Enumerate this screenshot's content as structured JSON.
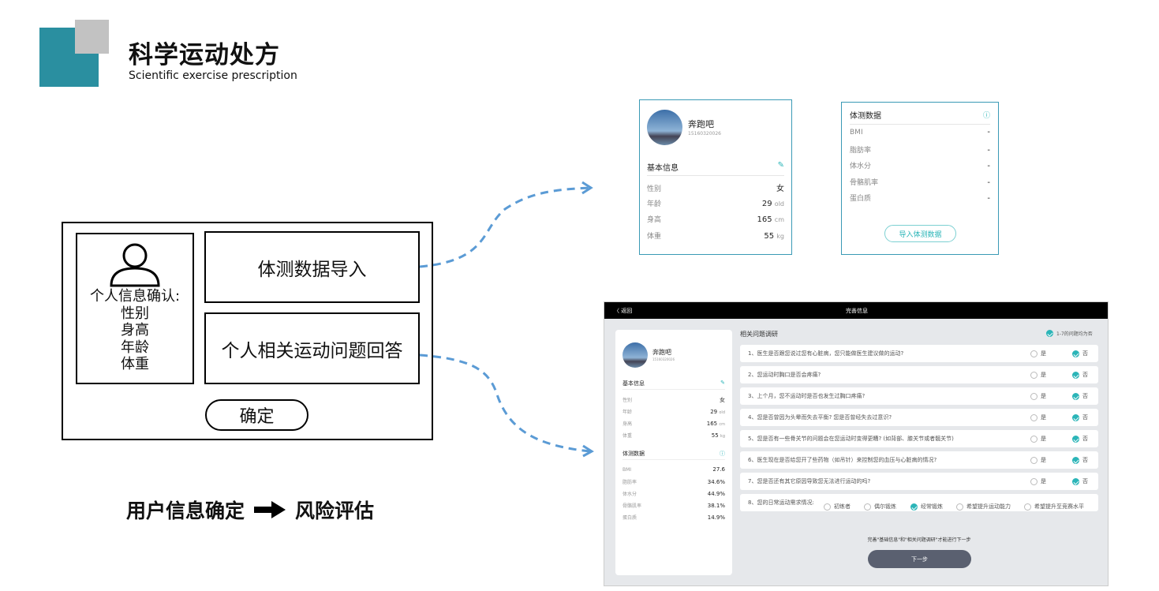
{
  "header": {
    "title": "科学运动处方",
    "subtitle": "Scientific exercise prescription"
  },
  "diagram": {
    "person_label": [
      "个人信息确认:",
      "性别",
      "身高",
      "年龄",
      "体重"
    ],
    "box1": "体测数据导入",
    "box2": "个人相关运动问题回答",
    "confirm": "确定",
    "flow_from": "用户信息确定",
    "flow_to": "风险评估"
  },
  "profile_card": {
    "name": "奔跑吧",
    "phone": "15160320026",
    "section": "基本信息",
    "rows": [
      {
        "label": "性别",
        "value": "女",
        "unit": ""
      },
      {
        "label": "年龄",
        "value": "29",
        "unit": "old"
      },
      {
        "label": "身高",
        "value": "165",
        "unit": "cm"
      },
      {
        "label": "体重",
        "value": "55",
        "unit": "kg"
      }
    ]
  },
  "body_card": {
    "section": "体测数据",
    "rows": [
      {
        "label": "BMI",
        "value": "-"
      },
      {
        "label": "脂肪率",
        "value": "-"
      },
      {
        "label": "体水分",
        "value": "-"
      },
      {
        "label": "骨骼肌率",
        "value": "-"
      },
      {
        "label": "蛋白质",
        "value": "-"
      }
    ],
    "import_button": "导入体测数据"
  },
  "app": {
    "back": "返回",
    "title": "完善信息",
    "body_section": "体测数据",
    "body_rows": [
      {
        "label": "BMI",
        "value": "27.6"
      },
      {
        "label": "脂肪率",
        "value": "34.6%"
      },
      {
        "label": "体水分",
        "value": "44.9%"
      },
      {
        "label": "骨骼肌率",
        "value": "38.1%"
      },
      {
        "label": "蛋白质",
        "value": "14.9%"
      }
    ],
    "survey_title": "相关问题调研",
    "all_no": "1-7的问题均为否",
    "yes": "是",
    "no": "否",
    "questions": [
      "1、医生是否跟您说过您有心脏病，您只能做医生建议做的运动?",
      "2、您运动时胸口是否会疼痛?",
      "3、上个月，您不运动时是否也发生过胸口疼痛?",
      "4、您是否曾因为头晕而失去平衡? 您是否曾经失去过意识?",
      "5、您是否有一些骨关节的问题会在您运动时变得更糟? (如背部、膝关节或者髋关节)",
      "6、医生现在是否给您开了些药物（如吊针）来控制您的血压与心脏病的情况?",
      "7、您是否还有其它原因导致您无法进行运动的吗?"
    ],
    "q8": "8、您的日常运动需求情况:",
    "q8_options": [
      "初练者",
      "偶尔锻炼",
      "经常锻炼",
      "希望提升运动能力",
      "希望提升至竞赛水平"
    ],
    "q8_selected": "经常锻炼",
    "hint": "完善\"基础信息\"和\"相关问题调研\"才能进行下一步",
    "next": "下一步"
  },
  "colors": {
    "teal": "#2a8fa0",
    "accent": "#2bb5b8",
    "arrow": "#5b9bd5"
  }
}
